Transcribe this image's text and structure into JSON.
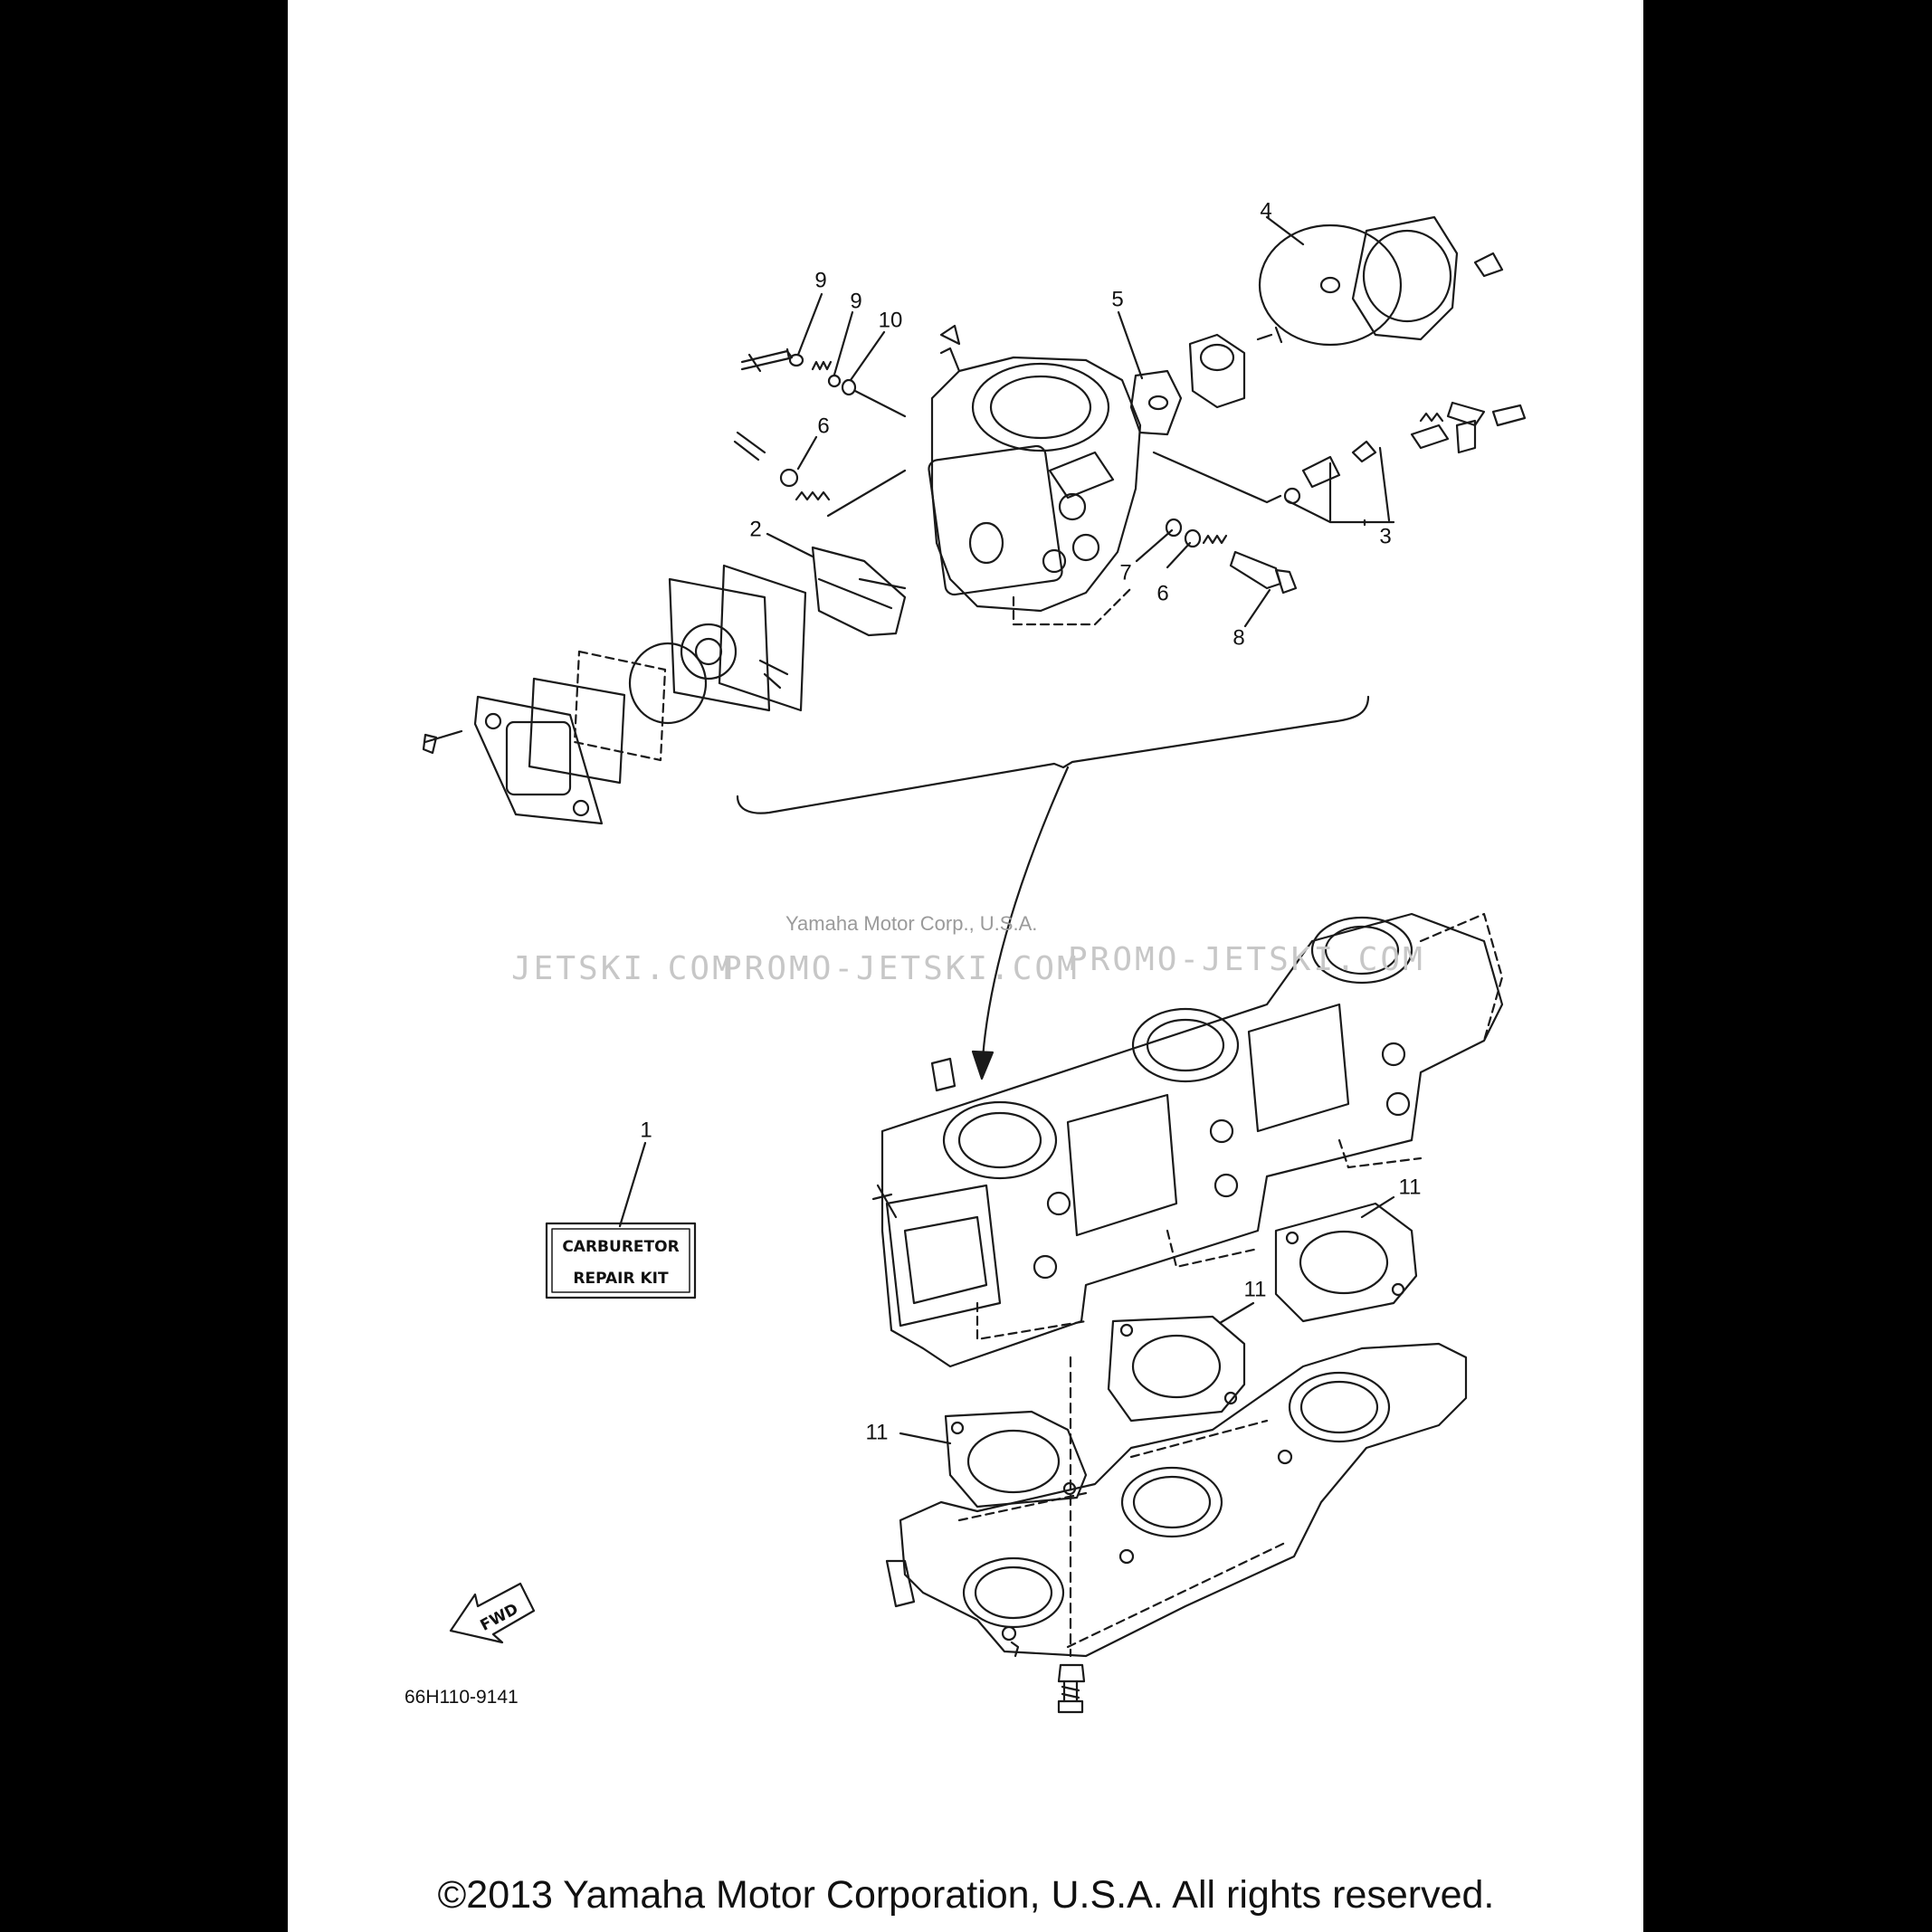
{
  "callouts": [
    {
      "id": "c1",
      "label": "1"
    },
    {
      "id": "c2",
      "label": "2"
    },
    {
      "id": "c3",
      "label": "3"
    },
    {
      "id": "c4",
      "label": "4"
    },
    {
      "id": "c5",
      "label": "5"
    },
    {
      "id": "c6a",
      "label": "6"
    },
    {
      "id": "c6b",
      "label": "6"
    },
    {
      "id": "c7",
      "label": "7"
    },
    {
      "id": "c8",
      "label": "8"
    },
    {
      "id": "c9a",
      "label": "9"
    },
    {
      "id": "c9b",
      "label": "9"
    },
    {
      "id": "c10",
      "label": "10"
    },
    {
      "id": "c11a",
      "label": "11"
    },
    {
      "id": "c11b",
      "label": "11"
    },
    {
      "id": "c11c",
      "label": "11"
    }
  ],
  "kit_label": {
    "line1": "CARBURETOR",
    "line2": "REPAIR KIT"
  },
  "fwd_label": "FWD",
  "part_number": "66H110-9141",
  "watermark": {
    "left": "JETSKI.COM",
    "middle": "PROMO-JETSKI.COM",
    "right": "PROMO-JETSKI.COM",
    "credit": "Yamaha Motor Corp., U.S.A."
  },
  "copyright": "©2013 Yamaha Motor Corporation, U.S.A. All rights reserved.",
  "colors": {
    "line": "#1a1a1a",
    "page": "#ffffff",
    "background": "#000000",
    "watermark": "#c7c7c7"
  }
}
